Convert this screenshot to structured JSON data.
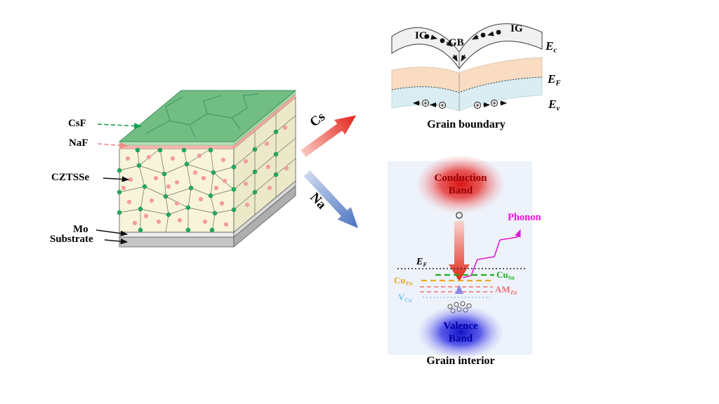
{
  "device": {
    "csf": "CsF",
    "naf": "NaF",
    "cztsse": "CZTSSe",
    "mo": "Mo",
    "substrate": "Substrate"
  },
  "diffusion": {
    "cs": "Cs",
    "na": "Na"
  },
  "grain_boundary": {
    "caption": "Grain boundary",
    "ig_left": "IG",
    "gb": "GB",
    "ig_right": "IG",
    "ec": {
      "base": "E",
      "sub": "c"
    },
    "ef": {
      "base": "E",
      "sub": "F"
    },
    "ev": {
      "base": "E",
      "sub": "v"
    }
  },
  "grain_interior": {
    "caption": "Grain interior",
    "conduction_band": {
      "line1": "Conduction",
      "line2": "Band"
    },
    "valence_band": {
      "line1": "Valence",
      "line2": "Band"
    },
    "phonon": "Phonon",
    "ef": {
      "base": "E",
      "sub": "F"
    },
    "cu_zn": {
      "base": "Cu",
      "sub": "Zn"
    },
    "cu_sn": {
      "base": "Cu",
      "sub": "Sn"
    },
    "v_cu": {
      "base": "V",
      "sub": "Cu"
    },
    "am_zn": {
      "base": "AM",
      "sub": "Zn"
    }
  },
  "colors": {
    "csf_layer_green": "#71bd83",
    "naf_layer_pink": "#f6b7ae",
    "cztsse_cream": "#f7f4da",
    "cs_dot_green": "#21ac5c",
    "na_dot_pink": "#f49c9c",
    "mo_gray": "#ececec",
    "substrate_gray": "#c6c6c6",
    "cs_arrow_red": "#e2231a",
    "na_arrow_blue": "#4a72c2",
    "ec_band_peach": "#f9dcc2",
    "ev_band_blue": "#d9edf2",
    "conduction_red": "#d81414",
    "valence_blue": "#1414c8",
    "phonon_magenta": "#e318d8",
    "cu_zn_orange": "#e8a81e",
    "cu_sn_green": "#1fae1f",
    "v_cu_lightblue": "#7cc4e8",
    "am_zn_pink": "#ee7070"
  }
}
